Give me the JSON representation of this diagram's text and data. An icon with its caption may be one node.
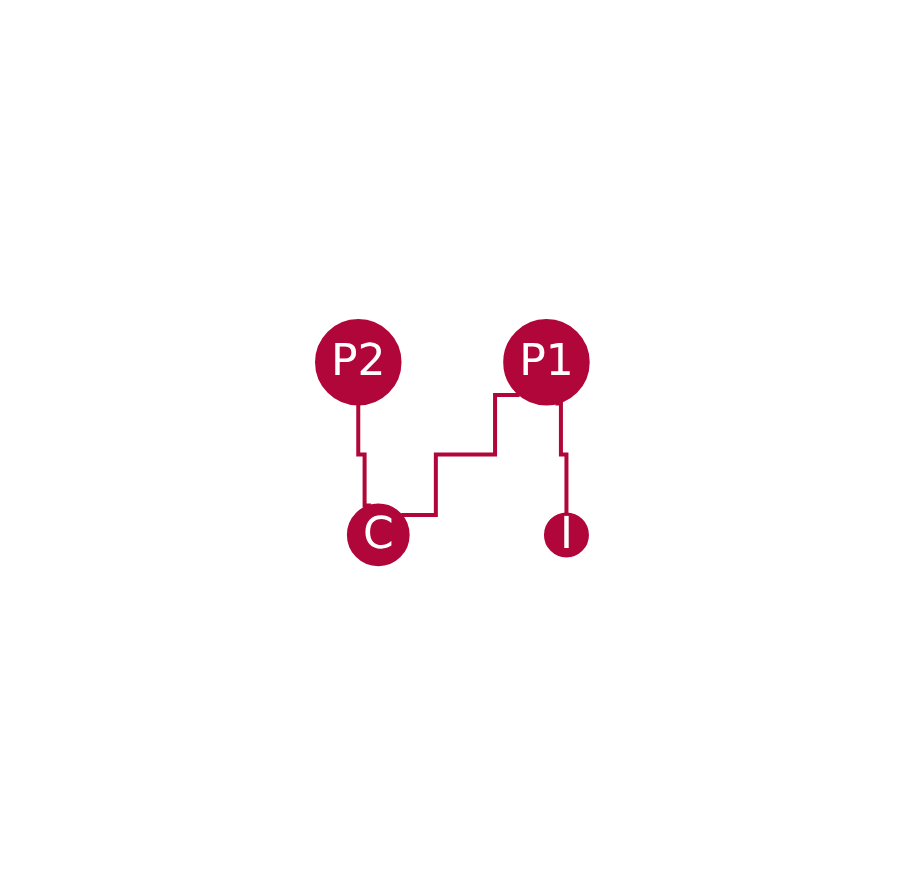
{
  "diagram": {
    "nodes": [
      {
        "text": [
          "I"
        ]
      },
      {
        "text": [
          "P2"
        ]
      },
      {
        "text": [
          "P1"
        ]
      },
      {
        "text": [
          "C"
        ]
      }
    ],
    "edges": [
      {
        "from": 2,
        "to": 0,
        "arrow": "none"
      },
      {
        "from": 1,
        "to": 3,
        "arrow": "none"
      },
      {
        "from": 2,
        "to": 3,
        "arrow": "none"
      }
    ]
  }
}
